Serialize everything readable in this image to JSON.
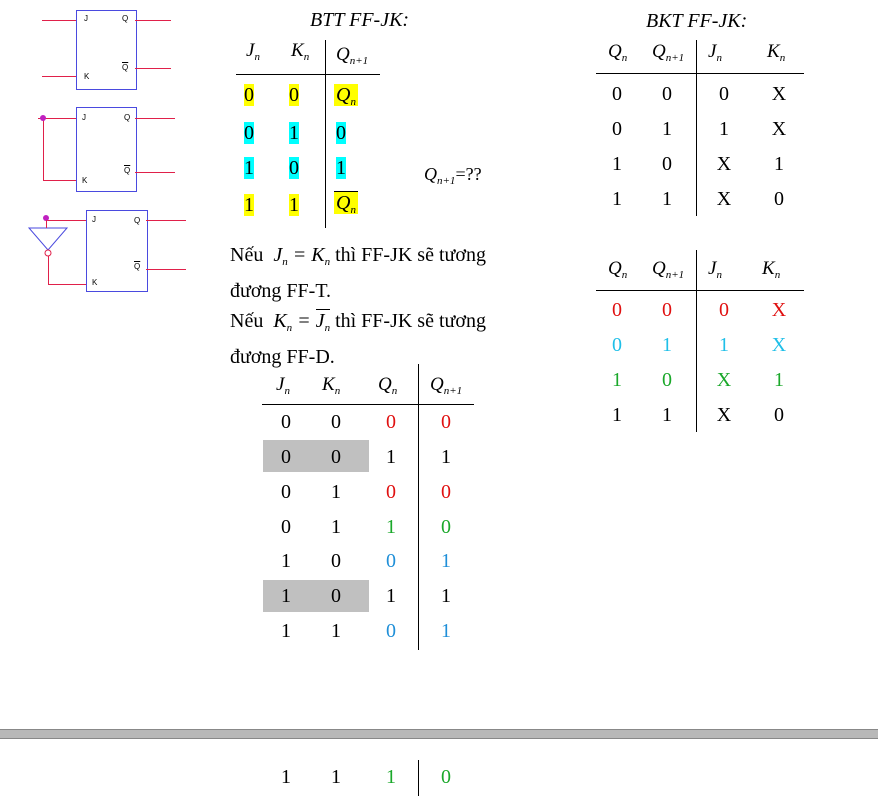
{
  "ff_symbols": {
    "j_label": "J",
    "k_label": "K",
    "q_label": "Q",
    "qbar_label": "Q"
  },
  "btt": {
    "title": "BTT FF-JK:",
    "rows": [
      {
        "j": "0",
        "k": "0",
        "q": "Q"
      },
      {
        "j": "0",
        "k": "1",
        "q": "0"
      },
      {
        "j": "1",
        "k": "0",
        "q": "1"
      },
      {
        "j": "1",
        "k": "1",
        "q": "Q"
      }
    ]
  },
  "question": "=??",
  "bkt": {
    "title": "BKT FF-JK:",
    "rows": [
      [
        "0",
        "0",
        "0",
        "X"
      ],
      [
        "0",
        "1",
        "1",
        "X"
      ],
      [
        "1",
        "0",
        "X",
        "1"
      ],
      [
        "1",
        "1",
        "X",
        "0"
      ]
    ],
    "rows2": [
      [
        "0",
        "0",
        "0",
        "X"
      ],
      [
        "0",
        "1",
        "1",
        "X"
      ],
      [
        "1",
        "0",
        "X",
        "1"
      ],
      [
        "1",
        "1",
        "X",
        "0"
      ]
    ]
  },
  "text": {
    "neu1_a": "Nếu",
    "neu1_b": "thì FF-JK sẽ tương",
    "neu1_c": "đương FF-T.",
    "neu2_a": "Nếu",
    "neu2_b": "thì FF-JK sẽ tương",
    "neu2_c": "đương FF-D."
  },
  "table3": {
    "rows": [
      [
        "0",
        "0",
        "0",
        "0"
      ],
      [
        "0",
        "0",
        "1",
        "1"
      ],
      [
        "0",
        "1",
        "0",
        "0"
      ],
      [
        "0",
        "1",
        "1",
        "0"
      ],
      [
        "1",
        "0",
        "0",
        "1"
      ],
      [
        "1",
        "0",
        "1",
        "1"
      ],
      [
        "1",
        "1",
        "0",
        "1"
      ]
    ],
    "bottom_row": [
      "1",
      "1",
      "1",
      "0"
    ]
  },
  "colors": {
    "yellow_highlight": "#ffff00",
    "cyan_highlight": "#00ffff",
    "red": "#e01010",
    "blue": "#1f8fd8",
    "green": "#1aa82a",
    "gray_row": "#c0c0c0",
    "ff_box": "#4a4adf",
    "ff_pin": "#e0204a"
  }
}
